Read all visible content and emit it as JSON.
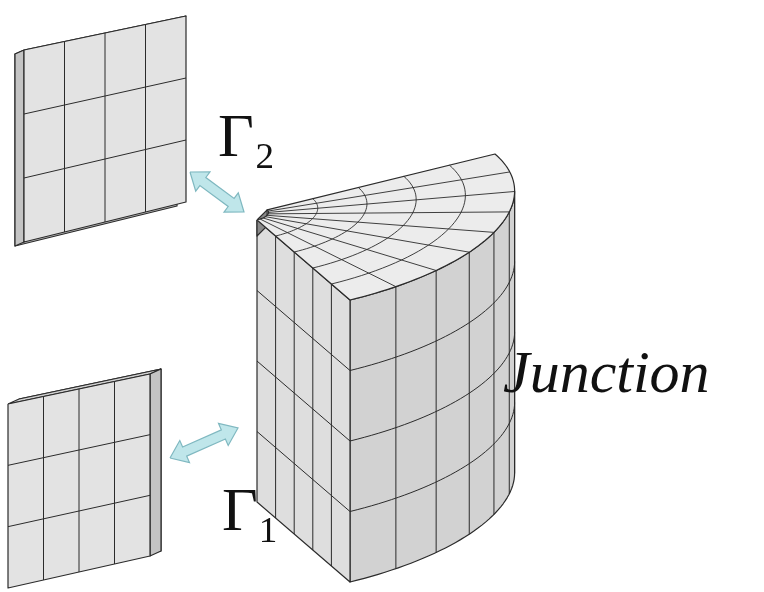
{
  "diagram": {
    "labels": [
      "Γ₂",
      "Junction",
      "Γ₁"
    ]
  }
}
